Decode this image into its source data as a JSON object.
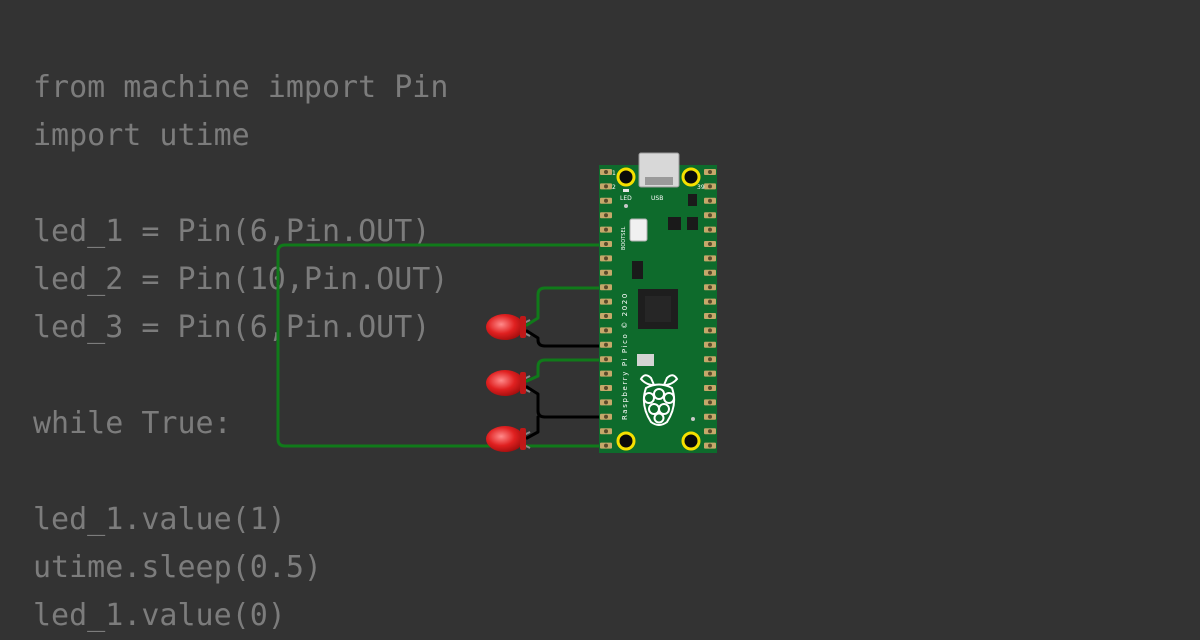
{
  "code": {
    "lines": [
      "from machine import Pin",
      "import utime",
      "",
      "led_1 = Pin(6,Pin.OUT)",
      "led_2 = Pin(10,Pin.OUT)",
      "led_3 = Pin(6,Pin.OUT)",
      "",
      "while True:",
      "",
      "led_1.value(1)",
      "utime.sleep(0.5)",
      "led_1.value(0)"
    ]
  },
  "board": {
    "label_usb": "USB",
    "label_led": "LED",
    "label_bootsel": "BOOTSEL",
    "label_model": "Raspberry Pi Pico © 2020",
    "pin_1": "1",
    "pin_2": "2",
    "pin_39": "39"
  },
  "colors": {
    "background": "#333333",
    "code_text": "#7c7c7c",
    "board": "#0e6b2c",
    "wire_signal": "#107a1a",
    "wire_ground": "#000000",
    "led": "#e02020",
    "pad_ring": "#f5e000"
  }
}
